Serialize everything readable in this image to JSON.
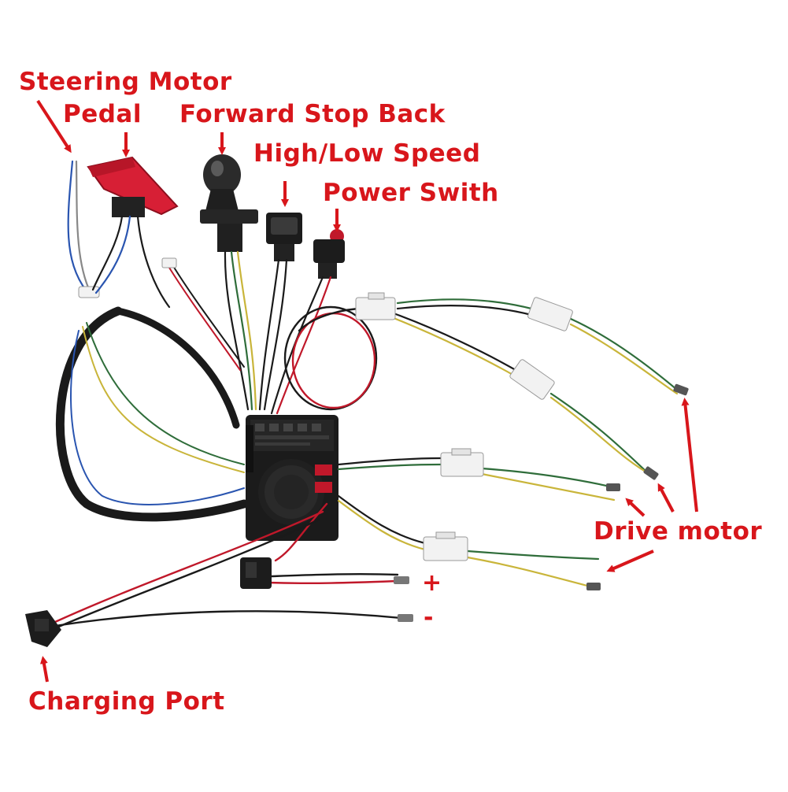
{
  "labels": {
    "steering_motor": "Steering Motor",
    "pedal": "Pedal",
    "forward_stop_back": "Forward Stop Back",
    "high_low_speed": "High/Low Speed",
    "power_switch": "Power Swith",
    "drive_motor": "Drive motor",
    "charging_port": "Charging Port",
    "plus": "+",
    "minus": "-"
  },
  "colors": {
    "label_red": "#d8161b",
    "wire_black": "#1a1a1a",
    "wire_red": "#c0182a",
    "wire_green": "#2f6d3a",
    "wire_yellow": "#c9b53a",
    "wire_blue": "#2a55b0",
    "connector_white": "#f2f2f2",
    "pedal_red": "#d71f35"
  }
}
